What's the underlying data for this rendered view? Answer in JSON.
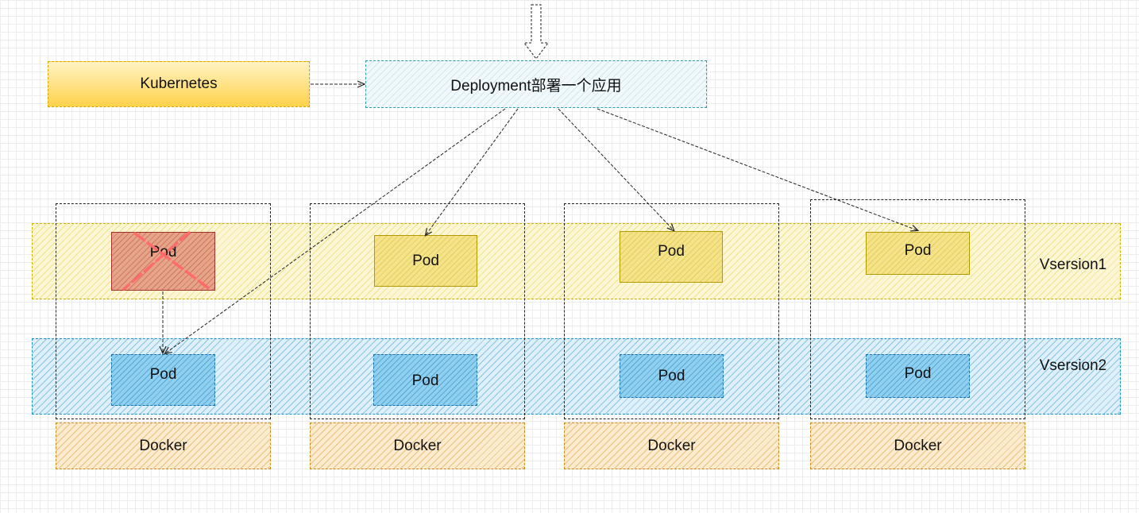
{
  "kubernetes": {
    "label": "Kubernetes"
  },
  "deployment": {
    "label": "Deployment部署一个应用"
  },
  "bands": {
    "v1_label": "Vsersion1",
    "v2_label": "Vsersion2"
  },
  "nodes": [
    {
      "v1_pod": "Pod",
      "v1_pod_state": "failed",
      "v2_pod": "Pod",
      "docker": "Docker"
    },
    {
      "v1_pod": "Pod",
      "v1_pod_state": "running",
      "v2_pod": "Pod",
      "docker": "Docker"
    },
    {
      "v1_pod": "Pod",
      "v1_pod_state": "running",
      "v2_pod": "Pod",
      "docker": "Docker"
    },
    {
      "v1_pod": "Pod",
      "v1_pod_state": "running",
      "v2_pod": "Pod",
      "docker": "Docker"
    }
  ],
  "colors": {
    "kubernetes_fill": "#ffd24a",
    "v1_band": "#f4e38a",
    "v2_band": "#8fd0f0",
    "docker": "#fcebcf",
    "failed_pod": "#e5a58a",
    "cross_mark": "#ff6b6b"
  }
}
